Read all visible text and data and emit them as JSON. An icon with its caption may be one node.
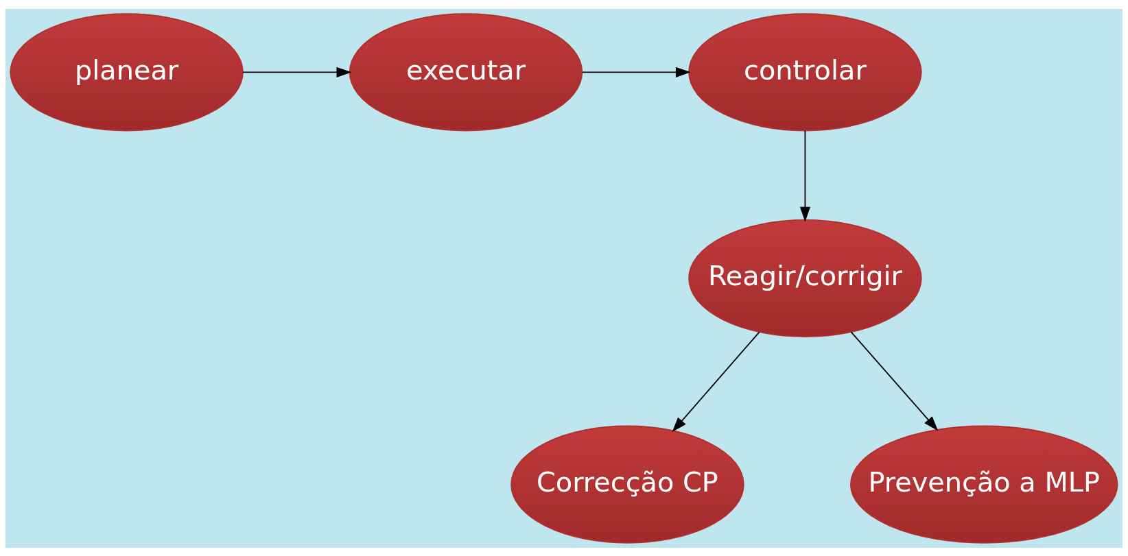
{
  "diagram": {
    "nodes": [
      {
        "text": [
          "planear"
        ]
      },
      {
        "text": [
          "executar"
        ]
      },
      {
        "text": [
          "controlar"
        ]
      },
      {
        "text": [
          "Correcção CP"
        ]
      },
      {
        "text": [
          "Reagir/corrigir"
        ]
      },
      {
        "text": [
          "Prevenção a MLP"
        ]
      }
    ],
    "edges": [
      {
        "from": 0,
        "to": 1,
        "arrow": "to"
      },
      {
        "from": 1,
        "to": 2,
        "arrow": "to"
      },
      {
        "from": 2,
        "to": 4,
        "arrow": "to"
      },
      {
        "from": 4,
        "to": 3,
        "arrow": "to"
      },
      {
        "from": 4,
        "to": 5,
        "arrow": "to"
      }
    ]
  }
}
